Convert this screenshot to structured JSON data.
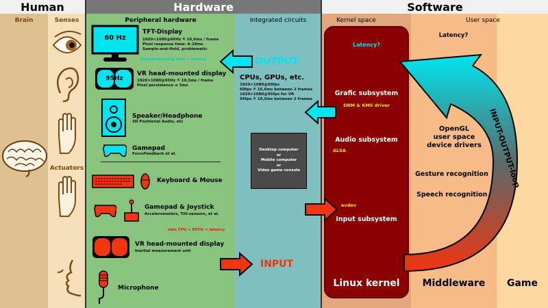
{
  "headers": {
    "human": "Human",
    "hardware": "Hardware",
    "software": "Software"
  },
  "subheaders": {
    "brain": "Brain",
    "senses": "Senses",
    "actuators": "Actuators",
    "peripheral": "Peripheral hardware",
    "integrated": "Integrated circuits",
    "kernel_space": "Kernel space",
    "user_space": "User space"
  },
  "peripherals": {
    "tft_title": "TFT-Display",
    "tft_hz": "60 Hz",
    "tft_d1": "1920×1080@60Hz ≙ 16,6ms / frame",
    "tft_d2": "Pixel response time: 4–20ms",
    "tft_d3": "Sample-and-Hold, problematic",
    "tft_latency": "Post-processing time = latency",
    "vr1_hz": "95Hz",
    "vr1_title": "VR head-mounted display",
    "vr1_d1": "1920×1080@95Hz ≙ 10,5ms / frame",
    "vr1_d2": "Pixel persistence ≤ 3ms",
    "speaker_title": "Speaker/Headphone",
    "speaker_d1": "3D Positional Audio, etc",
    "gamepad_title": "Gamepad",
    "gamepad_d1": "ForceFeedback et al.",
    "keyboard_title": "Keyboard & Mouse",
    "joystick_title": "Gamepad & Joystick",
    "joystick_d1": "Accelerometers, Tilt-sensors, et al.",
    "cpu_note": "own CPU + RTOS = latency",
    "vr2_title": "VR head-mounted display",
    "vr2_d1": "Inertial measurement unit",
    "mic_title": "Microphone"
  },
  "integrated": {
    "output_label": "OUTPUT",
    "input_label": "INPUT",
    "cpus_title": "CPUs, GPUs, etc.",
    "cpus_d1": "1920×1080@60fps",
    "cpus_d2": "60fps ≙ 16,6ms between 2 frames",
    "cpus_d3": "1920×1080@95fps for VR",
    "cpus_d4": "95fps ≙ 10,5ms between 2 frames",
    "box_l1": "Desktop computer",
    "box_l2": "or",
    "box_l3": "Mobile computer",
    "box_l4": "or",
    "box_l5": "Video game console"
  },
  "kernel": {
    "latency": "Latency?",
    "grafic": "Grafic subsystem",
    "drm": "DRM & KMS driver",
    "audio": "Audio subsystem",
    "alsa": "ALSA",
    "evdev": "evdev",
    "input": "Input subsystem",
    "title": "Linux kernel"
  },
  "userspace": {
    "latency": "Latency?",
    "opengl_l1": "OpenGL",
    "opengl_l2": "user space",
    "opengl_l3": "device drivers",
    "gesture": "Gesture recognition",
    "speech": "Speech recognition",
    "middleware": "Middleware",
    "game": "Game",
    "loop": "INPUT-OUTPUT-loop"
  },
  "colors": {
    "human_brain_bg": "#dfc090",
    "human_senses_bg": "#f5dfb8",
    "header_hardware": "#777777",
    "peripheral_bg": "#88c47e",
    "integrated_bg": "#80bfc0",
    "kernel_bg": "#e2a77c",
    "kernel_box": "#8b0000",
    "middleware_bg": "#f6bb86",
    "game_bg": "#fdd8a0",
    "cyan_arrow": "#00e5f0",
    "red_arrow": "#f0350f",
    "yellow_text": "#ffe600"
  }
}
